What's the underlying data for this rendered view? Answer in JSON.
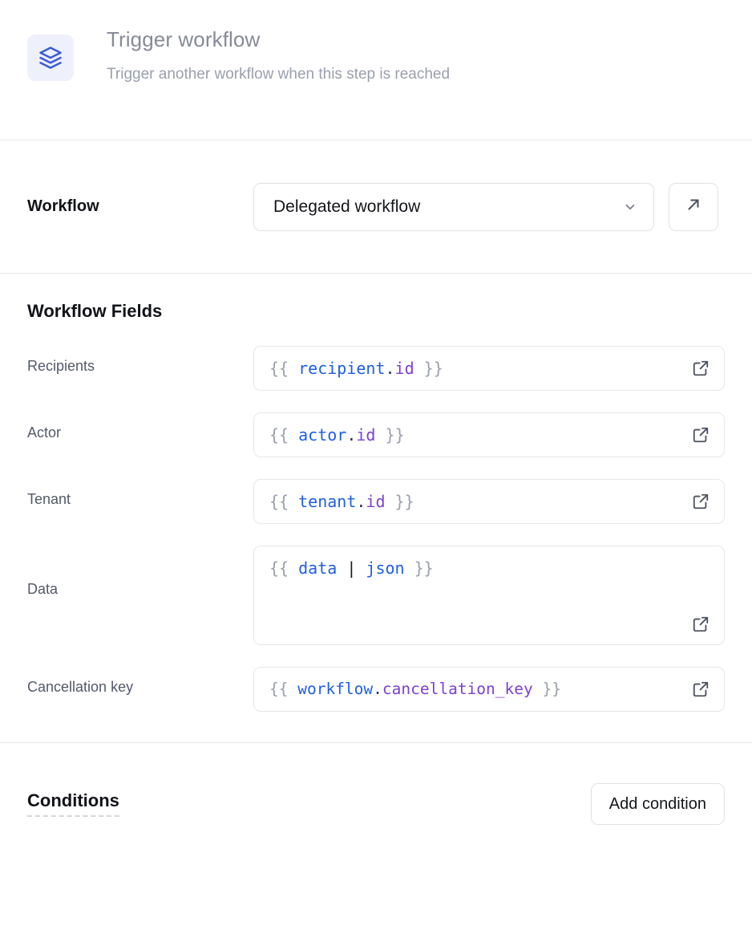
{
  "header": {
    "icon": "layers-icon",
    "title": "Trigger workflow",
    "subtitle": "Trigger another workflow when this step is reached",
    "icon_color": "#3b5bdb",
    "icon_bg": "#eef1fc"
  },
  "workflow_section": {
    "label": "Workflow",
    "select_value": "Delegated workflow",
    "select_icon": "chevron-down-icon",
    "open_button_icon": "arrow-up-right-icon"
  },
  "fields_section": {
    "heading": "Workflow Fields",
    "expand_icon": "external-link-icon",
    "fields": [
      {
        "label": "Recipients",
        "value": "{{ recipient.id }}",
        "tokens": [
          {
            "text": "{{ ",
            "type": "brace"
          },
          {
            "text": "recipient",
            "type": "obj"
          },
          {
            "text": ".",
            "type": "dot"
          },
          {
            "text": "id",
            "type": "prop"
          },
          {
            "text": " }}",
            "type": "brace"
          }
        ],
        "multiline": false
      },
      {
        "label": "Actor",
        "value": "{{ actor.id }}",
        "tokens": [
          {
            "text": "{{ ",
            "type": "brace"
          },
          {
            "text": "actor",
            "type": "obj"
          },
          {
            "text": ".",
            "type": "dot"
          },
          {
            "text": "id",
            "type": "prop"
          },
          {
            "text": " }}",
            "type": "brace"
          }
        ],
        "multiline": false
      },
      {
        "label": "Tenant",
        "value": "{{ tenant.id }}",
        "tokens": [
          {
            "text": "{{ ",
            "type": "brace"
          },
          {
            "text": "tenant",
            "type": "obj"
          },
          {
            "text": ".",
            "type": "dot"
          },
          {
            "text": "id",
            "type": "prop"
          },
          {
            "text": " }}",
            "type": "brace"
          }
        ],
        "multiline": false
      },
      {
        "label": "Data",
        "value": "{{ data | json }}",
        "tokens": [
          {
            "text": "{{ ",
            "type": "brace"
          },
          {
            "text": "data",
            "type": "obj"
          },
          {
            "text": " | ",
            "type": "pipe"
          },
          {
            "text": "json",
            "type": "filter"
          },
          {
            "text": " }}",
            "type": "brace"
          }
        ],
        "multiline": true
      },
      {
        "label": "Cancellation key",
        "value": "{{ workflow.cancellation_key }}",
        "tokens": [
          {
            "text": "{{ ",
            "type": "brace"
          },
          {
            "text": "workflow",
            "type": "obj"
          },
          {
            "text": ".",
            "type": "dot"
          },
          {
            "text": "cancellation_key",
            "type": "prop"
          },
          {
            "text": " }}",
            "type": "brace"
          }
        ],
        "multiline": false,
        "compact": true
      }
    ]
  },
  "conditions_section": {
    "title": "Conditions",
    "add_button_label": "Add condition"
  }
}
